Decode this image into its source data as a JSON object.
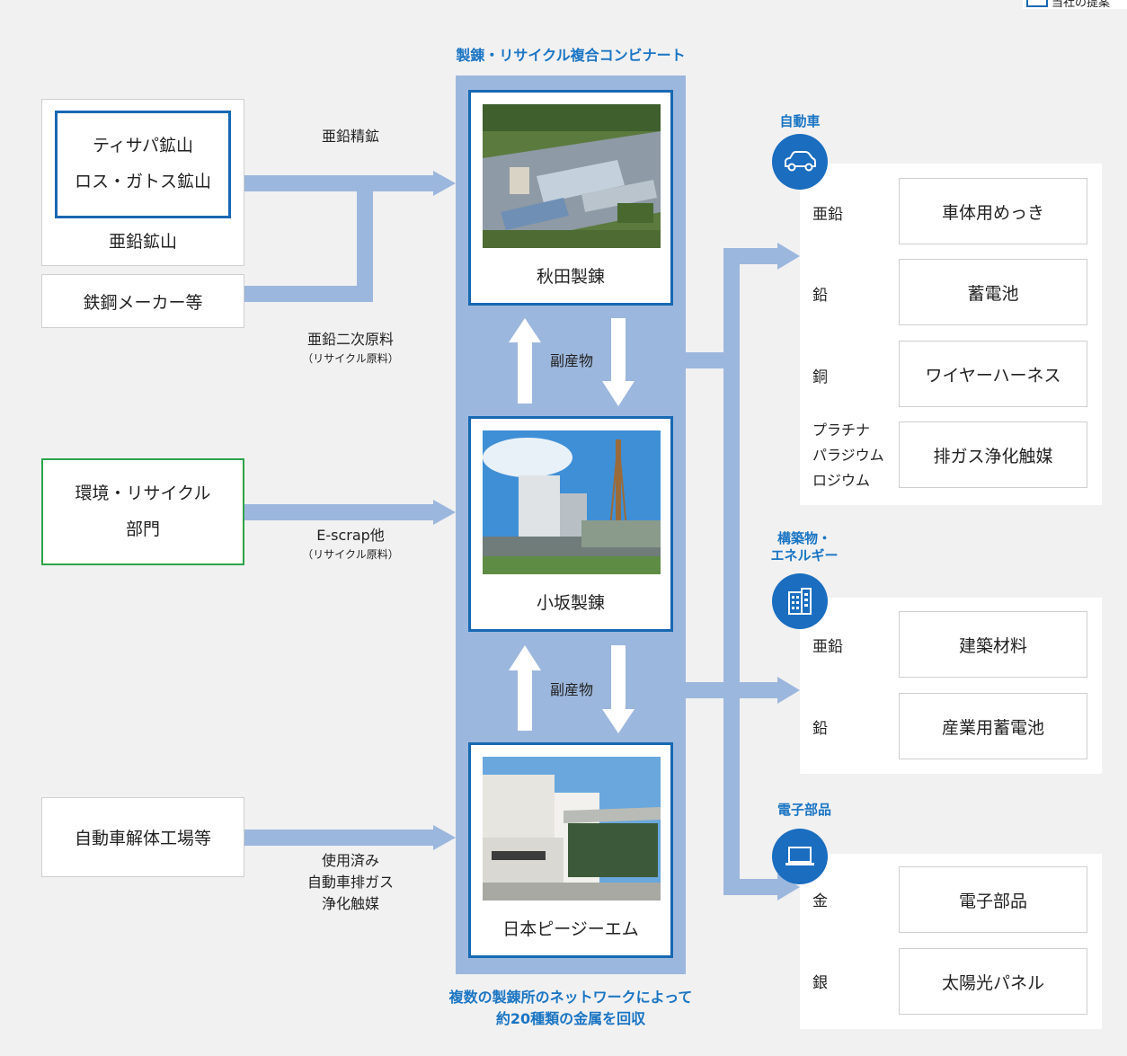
{
  "legend": {
    "label": "当社の提案"
  },
  "combinat_title": "製錬・リサイクル複合コンビナート",
  "combinat_bottom": [
    "複数の製錬所のネットワークによって",
    "約20種類の金属を回収"
  ],
  "sources": {
    "mines": [
      "ティサパ鉱山",
      "ロス・ガトス鉱山"
    ],
    "zinc_mine": "亜鉛鉱山",
    "steel": "鉄鋼メーカー等",
    "env": [
      "環境・リサイクル",
      "部門"
    ],
    "auto": "自動車解体工場等"
  },
  "flow_labels": {
    "zinc_conc": "亜鉛精鉱",
    "zinc_secondary": "亜鉛二次原料",
    "recycle1": "（リサイクル原料）",
    "escrap": "E-scrap他",
    "recycle2": "（リサイクル原料）",
    "catalyst": [
      "使用済み",
      "自動車排ガス",
      "浄化触媒"
    ],
    "byproduct1": "副産物",
    "byproduct2": "副産物"
  },
  "plants": [
    "秋田製錬",
    "小坂製錬",
    "日本ピージーエム"
  ],
  "categories": {
    "auto": {
      "title": "自動車",
      "icon": "car-icon",
      "rows": [
        {
          "metal": [
            "亜鉛"
          ],
          "use": "車体用めっき"
        },
        {
          "metal": [
            "鉛"
          ],
          "use": "蓄電池"
        },
        {
          "metal": [
            "銅"
          ],
          "use": "ワイヤーハーネス"
        },
        {
          "metal": [
            "プラチナ",
            "パラジウム",
            "ロジウム"
          ],
          "use": "排ガス浄化触媒"
        }
      ]
    },
    "building": {
      "title": [
        "構築物・",
        "エネルギー"
      ],
      "icon": "building-icon",
      "rows": [
        {
          "metal": [
            "亜鉛"
          ],
          "use": "建築材料"
        },
        {
          "metal": [
            "鉛"
          ],
          "use": "産業用蓄電池"
        }
      ]
    },
    "electronics": {
      "title": "電子部品",
      "icon": "laptop-icon",
      "rows": [
        {
          "metal": [
            "金"
          ],
          "use": "電子部品"
        },
        {
          "metal": [
            "銀"
          ],
          "use": "太陽光パネル"
        }
      ]
    }
  },
  "colors": {
    "arrow": "#9cb7dd",
    "plant_border": "#1868b2",
    "env_border": "#2ea34a",
    "accent": "#1a75c3"
  }
}
